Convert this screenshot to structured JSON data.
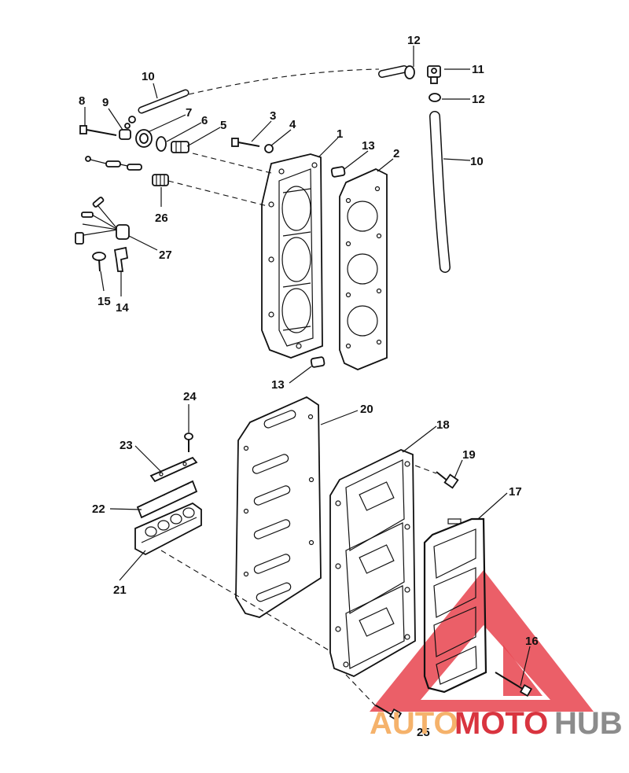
{
  "diagram": {
    "callouts": {
      "n1": "1",
      "n2": "2",
      "n3": "3",
      "n4": "4",
      "n5": "5",
      "n6": "6",
      "n7": "7",
      "n8": "8",
      "n9": "9",
      "n10a": "10",
      "n10b": "10",
      "n11": "11",
      "n12a": "12",
      "n12b": "12",
      "n13a": "13",
      "n13b": "13",
      "n14": "14",
      "n15": "15",
      "n16": "16",
      "n17": "17",
      "n18": "18",
      "n19": "19",
      "n20": "20",
      "n21": "21",
      "n22": "22",
      "n23": "23",
      "n24": "24",
      "n25": "25",
      "n26": "26",
      "n27": "27"
    }
  },
  "watermark": {
    "part1": "AUTO",
    "part2": "MOTO",
    "part3": "HUB",
    "colors": {
      "orange": "#f5b26b",
      "red": "#d9343f",
      "gray": "#8c8c8c"
    }
  }
}
